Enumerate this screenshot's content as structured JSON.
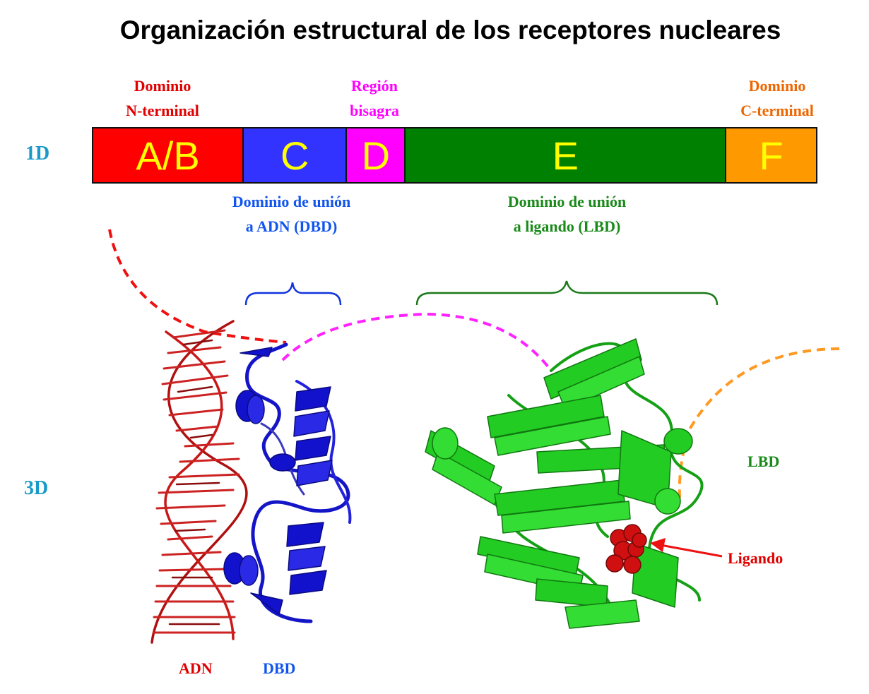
{
  "title": "Organización estructural de los receptores nucleares",
  "row_labels": {
    "one_d": "1D",
    "three_d": "3D"
  },
  "top_labels": {
    "n_terminal": {
      "line1": "Dominio",
      "line2": "N-terminal",
      "color": "#e00000"
    },
    "hinge": {
      "line1": "Región",
      "line2": "bisagra",
      "color": "#ff00ff"
    },
    "c_terminal": {
      "line1": "Dominio",
      "line2": "C-terminal",
      "color": "#ee6600"
    }
  },
  "segments": [
    {
      "letter": "A/B",
      "color": "#ff0000",
      "fraction": 0.208
    },
    {
      "letter": "C",
      "color": "#3333ff",
      "fraction": 0.142
    },
    {
      "letter": "D",
      "color": "#ff00ff",
      "fraction": 0.08
    },
    {
      "letter": "E",
      "color": "#008000",
      "fraction": 0.445
    },
    {
      "letter": "F",
      "color": "#ff9900",
      "fraction": 0.125
    }
  ],
  "bottom_labels": {
    "dbd": {
      "line1": "Dominio de unión",
      "line2": "a ADN (DBD)",
      "color": "#1155ee"
    },
    "lbd": {
      "line1": "Dominio de unión",
      "line2": "a ligando (LBD)",
      "color": "#1a8a1a"
    }
  },
  "structure_labels": {
    "adn": {
      "text": "ADN",
      "color": "#e00000"
    },
    "dbd": {
      "text": "DBD",
      "color": "#1155ee"
    },
    "lbd": {
      "text": "LBD",
      "color": "#1a8a1a"
    },
    "ligand": {
      "text": "Ligando",
      "color": "#e00000"
    }
  }
}
